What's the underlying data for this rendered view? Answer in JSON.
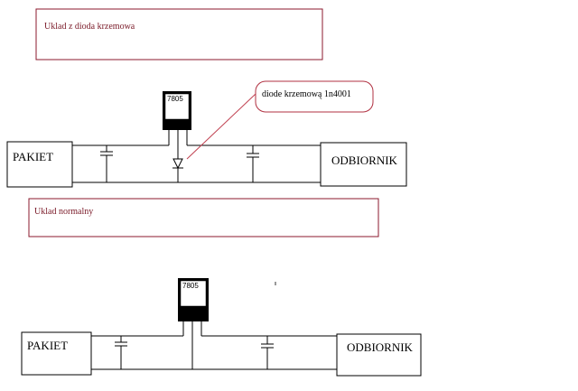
{
  "diagram": {
    "top": {
      "caption": "Uklad z dioda krzemowa",
      "regulator_label": "7805",
      "source_label": "PAKIET",
      "load_label": "ODBIORNIK",
      "diode_callout": "diode krzemową 1n4001"
    },
    "bottom": {
      "caption": "Uklad normalny",
      "regulator_label": "7805",
      "source_label": "PAKIET",
      "load_label": "ODBIORNIK"
    },
    "colors": {
      "caption_border": "#8b1a2e",
      "caption_text": "#7a1a28",
      "callout_border": "#b03040",
      "callout_line": "#c04050",
      "wire": "#000000"
    }
  }
}
